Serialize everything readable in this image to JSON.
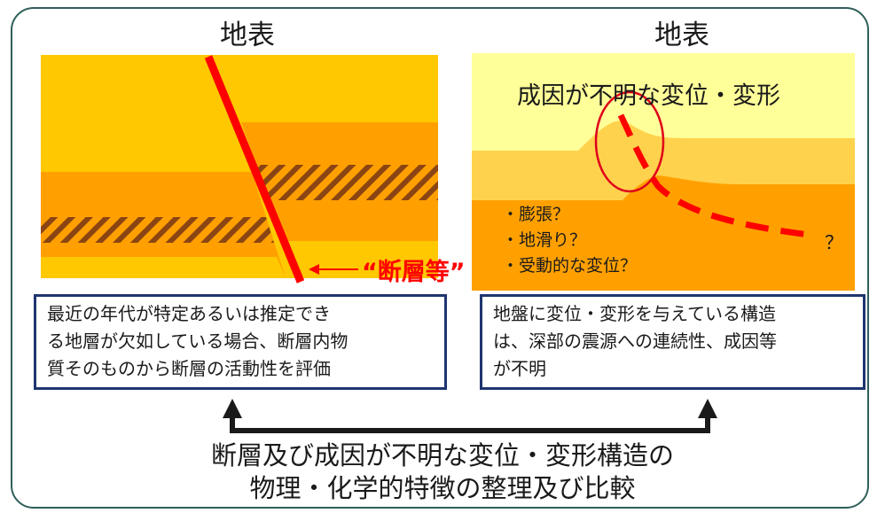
{
  "left_panel": {
    "surface_label": "地表",
    "fault_label": "“断層等”"
  },
  "right_panel": {
    "surface_label": "地表",
    "heading": "成因が不明な変位・変形",
    "candidates": [
      "・膨張？",
      "・地滑り？",
      "・受動的な変位？"
    ],
    "unknown_mark": "？"
  },
  "left_box": {
    "lines": [
      "最近の年代が特定あるいは推定でき",
      "る地層が欠如している場合、断層内物",
      "質そのものから断層の活動性を評価"
    ]
  },
  "right_box": {
    "lines": [
      "地盤に変位・変形を与えている構造",
      "は、深部の震源への連続性、成因等",
      "が不明"
    ]
  },
  "bottom_text": {
    "lines": [
      "断層及び成因が不明な変位・変形構造の",
      "物理・化学的特徴の整理及び比較"
    ]
  },
  "colors": {
    "frame": "#2f5f5a",
    "layer_yellow": "#ffc800",
    "layer_orange": "#ffa000",
    "hatch_brown": "#8b4513",
    "fault_red": "#ff0000",
    "right_top": "#ffff99",
    "right_mid": "#ffd24d",
    "right_deep": "#ffa000",
    "box_border": "#1f3570",
    "arrow": "#1a1a1a"
  }
}
